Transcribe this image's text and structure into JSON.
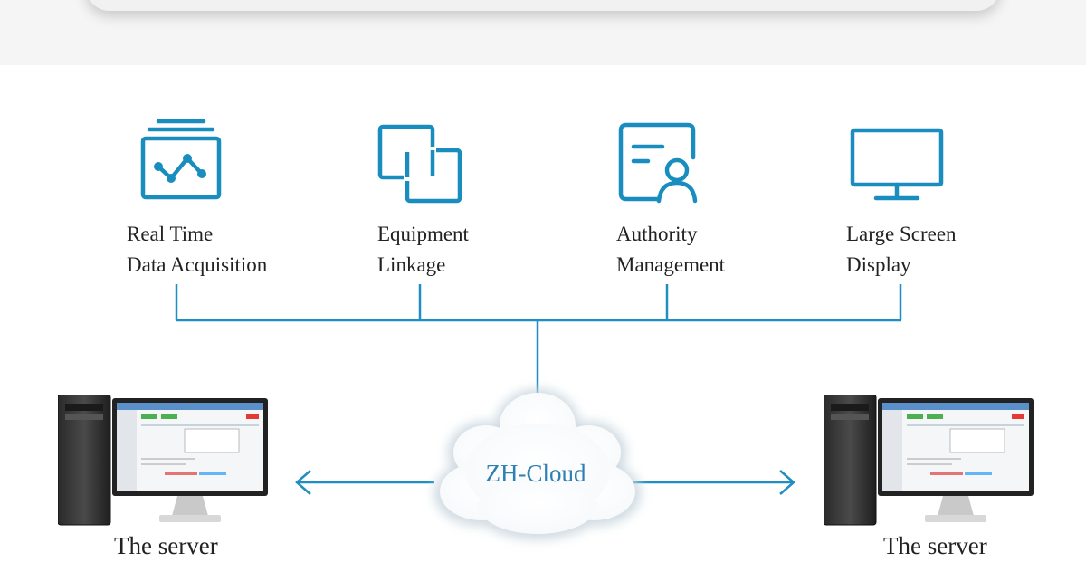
{
  "features": [
    {
      "line1": "Real Time",
      "line2": "Data Acquisition",
      "icon": "data-acquisition-icon"
    },
    {
      "line1": "Equipment",
      "line2": "Linkage",
      "icon": "equipment-linkage-icon"
    },
    {
      "line1": "Authority",
      "line2": "Management",
      "icon": "authority-management-icon"
    },
    {
      "line1": "Large Screen",
      "line2": "Display",
      "icon": "large-screen-display-icon"
    }
  ],
  "cloud": {
    "label": "ZH-Cloud"
  },
  "servers": [
    {
      "label": "The server"
    },
    {
      "label": "The server"
    }
  ],
  "colors": {
    "accent": "#1a8dbf",
    "line": "#1f8ec2"
  }
}
